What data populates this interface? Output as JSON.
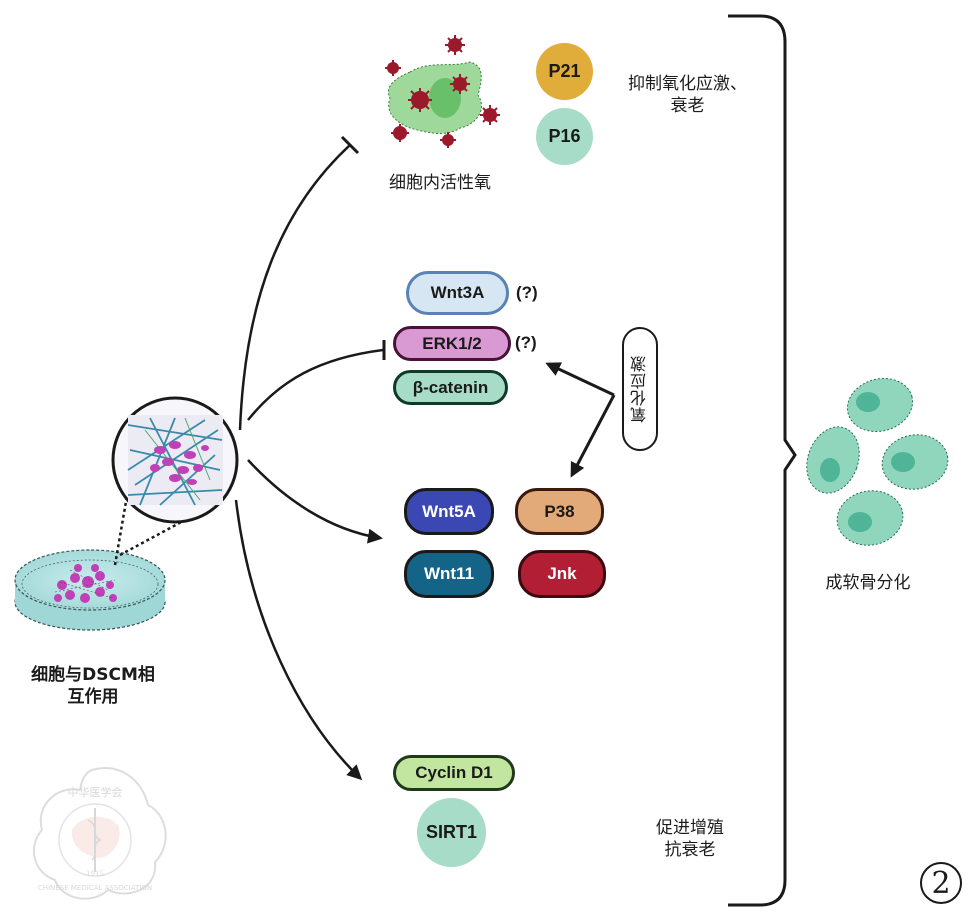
{
  "figure_number": "2",
  "colors": {
    "p21": "#e0ad3a",
    "p16": "#a6dcc8",
    "wnt3a_fill": "#d6e6f2",
    "wnt3a_border": "#5a82b4",
    "erk_fill": "#d99ad4",
    "erk_border": "#4a1238",
    "bcatenin_fill": "#a6dcc8",
    "bcatenin_border": "#0f3a2a",
    "wnt5a": "#3b48b4",
    "wnt11": "#146488",
    "p38": "#e2aa78",
    "jnk": "#b21e34",
    "cyclin_fill": "#c2e6a0",
    "sirt1": "#a6dcc8",
    "chondrocyte": "#8fd6bc",
    "chondrocyte_nucleus": "#4fb498",
    "ros": "#9a1a2c",
    "cell_green": "#9ed89a"
  },
  "top_group": {
    "caption": "细胞内活性氧",
    "badges": [
      "P21",
      "P16"
    ],
    "effect": "抑制氧化应激、衰老"
  },
  "middle_upper_group": {
    "pills": [
      {
        "label": "Wnt3A",
        "note": "(?)"
      },
      {
        "label": "ERK1/2",
        "note": "(?)"
      },
      {
        "label": "β-catenin",
        "note": ""
      }
    ]
  },
  "oxidative_stress_label": "氧化应激",
  "middle_lower_group": {
    "pills": [
      "Wnt5A",
      "P38",
      "Wnt11",
      "Jnk"
    ]
  },
  "bottom_group": {
    "pills": [
      "Cyclin D1"
    ],
    "badges": [
      "SIRT1"
    ],
    "effect": "促进增殖\n抗衰老"
  },
  "source": {
    "caption": "细胞与DSCM相互作用"
  },
  "outcome": {
    "caption": "成软骨分化"
  },
  "watermark": {
    "top_text": "中华医学会",
    "bottom_text": "CHINESE MEDICAL ASSOCIATION",
    "year": "1915"
  }
}
